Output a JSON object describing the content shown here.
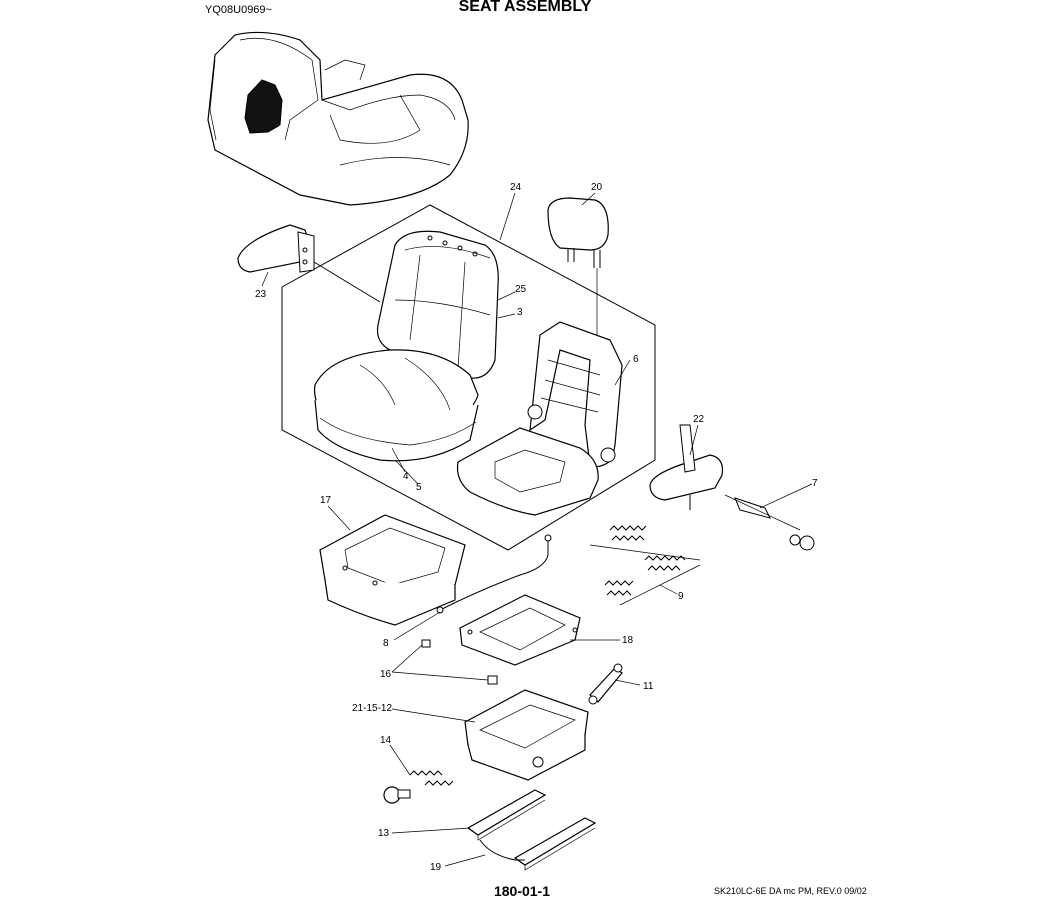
{
  "header": {
    "code": "YQ08U0969~",
    "title": "SEAT ASSEMBLY"
  },
  "footer": {
    "page_number": "180-01-1",
    "revision": "SK210LC-6E DA mc PM,  REV.0 09/02"
  },
  "callouts": {
    "c24": "24",
    "c20": "20",
    "c23": "23",
    "c25": "25",
    "c3": "3",
    "c6": "6",
    "c22": "22",
    "c4": "4",
    "c5": "5",
    "c7": "7",
    "c17": "17",
    "c9": "9",
    "c8": "8",
    "c18": "18",
    "c16": "16",
    "c11": "11",
    "c21": "21-15-12",
    "c14": "14",
    "c13": "13",
    "c19": "19"
  }
}
